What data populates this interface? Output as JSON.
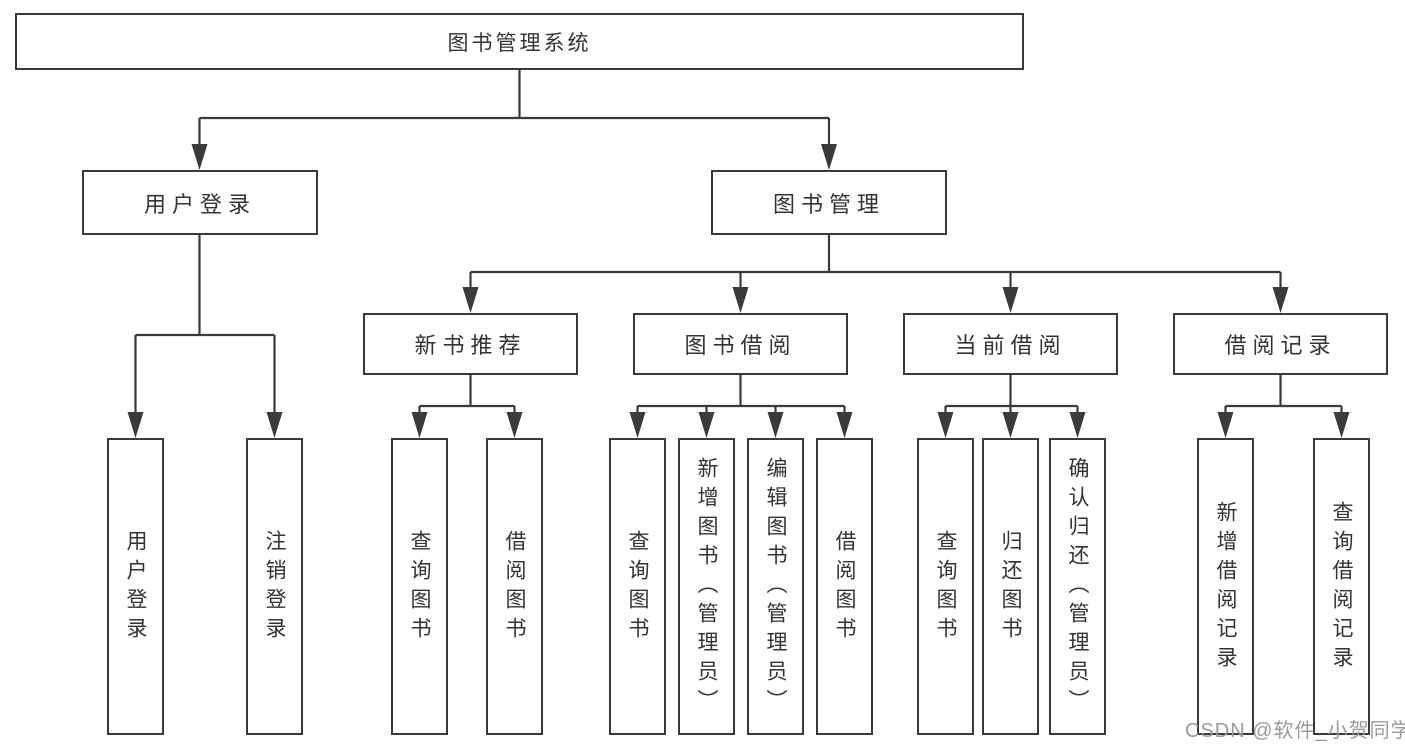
{
  "diagram": {
    "root": {
      "label": "图书管理系统"
    },
    "branches": [
      {
        "label": "用户登录"
      },
      {
        "label": "图书管理"
      }
    ],
    "modules": [
      {
        "label": "新书推荐"
      },
      {
        "label": "图书借阅"
      },
      {
        "label": "当前借阅"
      },
      {
        "label": "借阅记录"
      }
    ],
    "leaves": [
      {
        "label": "用户登录"
      },
      {
        "label": "注销登录"
      },
      {
        "label": "查询图书"
      },
      {
        "label": "借阅图书"
      },
      {
        "label": "查询图书"
      },
      {
        "label": "新增图书（管理员）"
      },
      {
        "label": "编辑图书（管理员）"
      },
      {
        "label": "借阅图书"
      },
      {
        "label": "查询图书"
      },
      {
        "label": "归还图书"
      },
      {
        "label": "确认归还（管理员）"
      },
      {
        "label": "新增借阅记录"
      },
      {
        "label": "查询借阅记录"
      }
    ]
  },
  "watermark": {
    "text": "CSDN @软件_小贺同学"
  },
  "colors": {
    "line": "#3a3a3a",
    "node_border": "#3a3a3a",
    "node_fill": "#ffffff",
    "text": "#333333",
    "watermark": "#9b9b9b",
    "background": "#ffffff"
  }
}
